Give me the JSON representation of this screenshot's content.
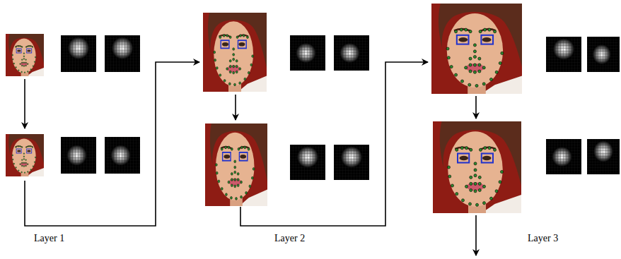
{
  "diagram": {
    "labels": [
      "Layer 1",
      "Layer 2",
      "Layer 3"
    ]
  }
}
